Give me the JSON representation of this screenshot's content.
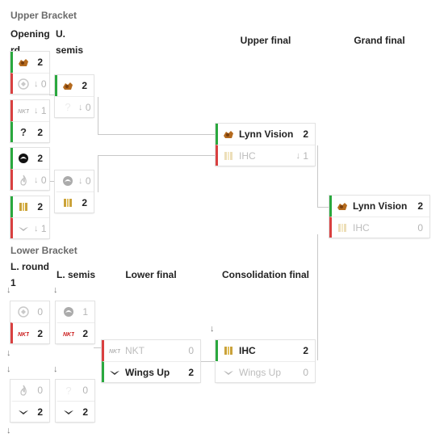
{
  "sections": {
    "upper": "Upper Bracket",
    "lower": "Lower Bracket"
  },
  "rounds": {
    "opening_1": "Opening",
    "opening_2": "rd",
    "usemis_1": "U.",
    "usemis_2": "semis",
    "upper_final": "Upper final",
    "grand_final": "Grand final",
    "lround_1": "L. round",
    "lround_2": "1",
    "lsemis": "L. semis",
    "lower_final": "Lower final",
    "consolation_final": "Consolidation final"
  },
  "teams": {
    "lynn": "Lynn Vision",
    "ihc": "IHC",
    "nkt": "NKT",
    "wings": "Wings Up",
    "tbd": "?"
  },
  "scores": {
    "o1_top": "2",
    "o1_bot": "0",
    "o2_top": "1",
    "o2_bot": "2",
    "o3_top": "2",
    "o3_bot": "0",
    "o4_top": "2",
    "o4_bot": "1",
    "s1_top": "2",
    "s1_bot": "0",
    "s2_top": "0",
    "s2_bot": "2",
    "uf_top": "2",
    "uf_bot": "1",
    "gf_top": "2",
    "gf_bot": "0",
    "lr1_top": "0",
    "lr1_bot": "2",
    "lr2_top": "0",
    "lr2_bot": "2",
    "ls1_top": "1",
    "ls1_bot": "2",
    "ls2_top": "0",
    "ls2_bot": "2",
    "lf_top": "0",
    "lf_bot": "2",
    "cf_top": "2",
    "cf_bot": "0"
  },
  "arrow_glyph": "↓",
  "colors": {
    "win": "#2aa83e",
    "loss": "#d94040",
    "line": "#c8c8c8"
  },
  "icons": {
    "lynn": "lion-logo-icon",
    "ihc": "ihc-logo-icon",
    "nkt": "nkt-logo-icon",
    "wings": "wings-logo-icon",
    "gold": "gold-bars-logo-icon",
    "black": "dragon-logo-icon",
    "flame": "flame-logo-icon",
    "circle": "circle-logo-icon",
    "tbd": "question-mark"
  }
}
